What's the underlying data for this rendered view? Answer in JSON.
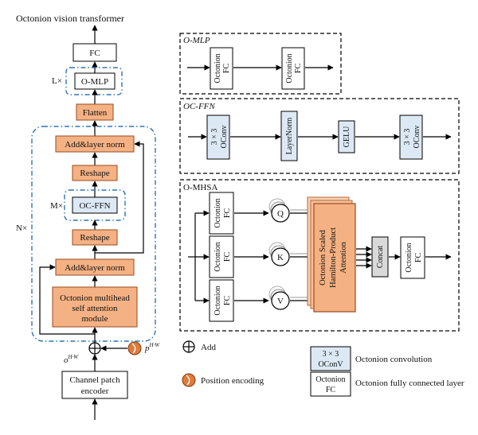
{
  "title": "Octonion vision transformer",
  "left_column": {
    "fc": "FC",
    "o_mlp": "O-MLP",
    "l_times": "L×",
    "flatten": "Flatten",
    "add_norm_top": "Add&layer norm",
    "reshape_top": "Reshape",
    "m_times": "M×",
    "oc_ffn": "OC-FFN",
    "reshape_bottom": "Reshape",
    "n_times": "N×",
    "add_norm_bottom": "Add&layer norm",
    "mhsa_line1": "Octonion multihead",
    "mhsa_line2": "self attention",
    "mhsa_line3": "module",
    "o_hw_base": "o",
    "o_hw_sup": "H·W",
    "p_hw_base": "p",
    "p_hw_sup": "H·W",
    "encoder_line1": "Channel patch",
    "encoder_line2": "encoder"
  },
  "panel_omlp": {
    "title": "O-MLP",
    "fc1_line1": "Octonion",
    "fc1_line2": "FC",
    "fc2_line1": "Octonion",
    "fc2_line2": "FC"
  },
  "panel_ocffn": {
    "title": "OC-FFN",
    "conv1_line1": "3 × 3",
    "conv1_line2": "OConv",
    "layernorm": "LayerNorm",
    "gelu": "GELU",
    "conv2_line1": "3 × 3",
    "conv2_line2": "OConv"
  },
  "panel_omhsa": {
    "title": "O-MHSA",
    "fc_line1": "Octonion",
    "fc_line2": "FC",
    "q": "Q",
    "k": "K",
    "v": "V",
    "attention_line1": "Octonion Scaled",
    "attention_line2": "Hamilton-Product",
    "attention_line3": "Attention",
    "concat": "Concat",
    "out_fc_line1": "Octonion",
    "out_fc_line2": "FC"
  },
  "legend": {
    "add": "Add",
    "position_encoding": "Position encoding",
    "conv_box_line1": "3 × 3",
    "conv_box_line2": "OConV",
    "conv_label": "Octonion convolution",
    "fc_box_line1": "Octonion",
    "fc_box_line2": "FC",
    "fc_label": "Octonion fully connected layer"
  },
  "colors": {
    "orange_fill": "#f4b183",
    "orange_edge": "#9a4a1f",
    "blue_fill": "#dce9f5",
    "dash_blue": "#2e75b6",
    "gray_fill": "#d9d9d9",
    "position_orange": "#e07b39"
  }
}
